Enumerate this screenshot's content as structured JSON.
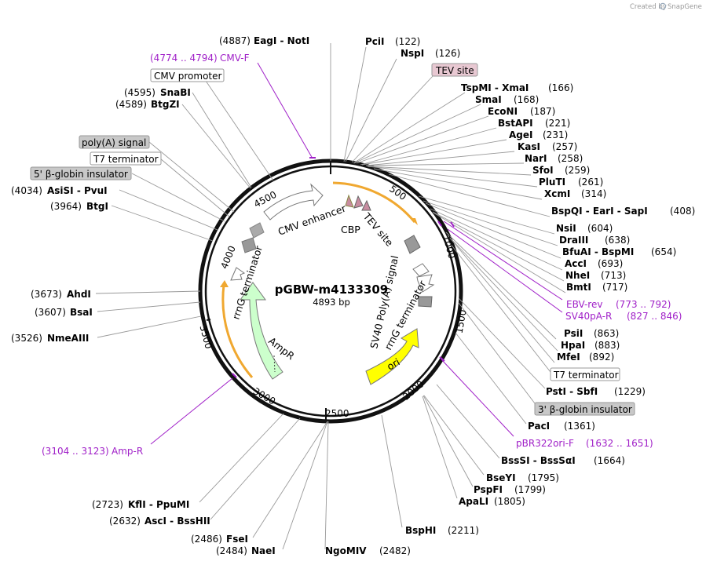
{
  "credit": {
    "prefix": "Created by",
    "brand": "SnapGene"
  },
  "plasmid": {
    "name": "pGBW-m4133309",
    "length_label": "4893 bp",
    "length": 4893
  },
  "ticks": [
    "500",
    "1000",
    "1500",
    "2000",
    "2500",
    "3000",
    "3500",
    "4000",
    "4500"
  ],
  "enzymes": [
    {
      "id": "eagi-noti",
      "name": "EagI  -  NotI",
      "pos": "(4887)"
    },
    {
      "id": "pcii",
      "name": "PciI",
      "pos": "(122)"
    },
    {
      "id": "nspi",
      "name": "NspI",
      "pos": "(126)"
    },
    {
      "id": "tspmi-xmai",
      "name": "TspMI  -  XmaI",
      "pos": "(166)"
    },
    {
      "id": "smai",
      "name": "SmaI",
      "pos": "(168)"
    },
    {
      "id": "econi",
      "name": "EcoNI",
      "pos": "(187)"
    },
    {
      "id": "bstapi",
      "name": "BstAPI",
      "pos": "(221)"
    },
    {
      "id": "agei",
      "name": "AgeI",
      "pos": "(231)"
    },
    {
      "id": "kasi",
      "name": "KasI",
      "pos": "(257)"
    },
    {
      "id": "nari",
      "name": "NarI",
      "pos": "(258)"
    },
    {
      "id": "sfoi",
      "name": "SfoI",
      "pos": "(259)"
    },
    {
      "id": "pluti",
      "name": "PluTI",
      "pos": "(261)"
    },
    {
      "id": "xcmi",
      "name": "XcmI",
      "pos": "(314)"
    },
    {
      "id": "bspqi",
      "name": "BspQI  -  EarI  -  SapI",
      "pos": "(408)"
    },
    {
      "id": "nsii",
      "name": "NsiI",
      "pos": "(604)"
    },
    {
      "id": "draiii",
      "name": "DraIII",
      "pos": "(638)"
    },
    {
      "id": "bfuai",
      "name": "BfuAI  -  BspMI",
      "pos": "(654)"
    },
    {
      "id": "acci",
      "name": "AccI",
      "pos": "(693)"
    },
    {
      "id": "nhei",
      "name": "NheI",
      "pos": "(713)"
    },
    {
      "id": "bmti",
      "name": "BmtI",
      "pos": "(717)"
    },
    {
      "id": "psii",
      "name": "PsiI",
      "pos": "(863)"
    },
    {
      "id": "hpai",
      "name": "HpaI",
      "pos": "(883)"
    },
    {
      "id": "mfei",
      "name": "MfeI",
      "pos": "(892)"
    },
    {
      "id": "psti-sbfi",
      "name": "PstI  -  SbfI",
      "pos": "(1229)"
    },
    {
      "id": "paci",
      "name": "PacI",
      "pos": "(1361)"
    },
    {
      "id": "bsssi",
      "name": "BssSI  -  BssSαI",
      "pos": "(1664)"
    },
    {
      "id": "bseyi",
      "name": "BseYI",
      "pos": "(1795)"
    },
    {
      "id": "pspfi",
      "name": "PspFI",
      "pos": "(1799)"
    },
    {
      "id": "apali",
      "name": "ApaLI",
      "pos": "(1805)"
    },
    {
      "id": "bsphi",
      "name": "BspHI",
      "pos": "(2211)"
    },
    {
      "id": "ngomiv",
      "name": "NgoMIV",
      "pos": "(2482)"
    },
    {
      "id": "naei",
      "name": "NaeI",
      "pos": "(2484)"
    },
    {
      "id": "fsei",
      "name": "FseI",
      "pos": "(2486)"
    },
    {
      "id": "asci",
      "name": "AscI  -  BssHII",
      "pos": "(2632)"
    },
    {
      "id": "kfli",
      "name": "KflI  -  PpuMI",
      "pos": "(2723)"
    },
    {
      "id": "nmeaiii",
      "name": "NmeAIII",
      "pos": "(3526)"
    },
    {
      "id": "bsai",
      "name": "BsaI",
      "pos": "(3607)"
    },
    {
      "id": "ahdi",
      "name": "AhdI",
      "pos": "(3673)"
    },
    {
      "id": "btgi",
      "name": "BtgI",
      "pos": "(3964)"
    },
    {
      "id": "asisi",
      "name": "AsiSI  -  PvuI",
      "pos": "(4034)"
    },
    {
      "id": "btgzi",
      "name": "BtgZI",
      "pos": "(4589)"
    },
    {
      "id": "snabi",
      "name": "SnaBI",
      "pos": "(4595)"
    }
  ],
  "primers": [
    {
      "id": "cmv-f",
      "name": "CMV-F",
      "range": "(4774 .. 4794)"
    },
    {
      "id": "ebv-rev",
      "name": "EBV-rev",
      "range": "(773 .. 792)"
    },
    {
      "id": "sv40pa-r",
      "name": "SV40pA-R",
      "range": "(827 .. 846)"
    },
    {
      "id": "pbr322ori-f",
      "name": "pBR322ori-F",
      "range": "(1632 .. 1651)"
    },
    {
      "id": "amp-r",
      "name": "Amp-R",
      "range": "(3104 .. 3123)"
    }
  ],
  "boxed_features": [
    {
      "id": "tev-site",
      "label": "TEV site",
      "color": "#e8c8d2"
    },
    {
      "id": "cmv-promoter",
      "label": "CMV promoter",
      "color": "#ffffff"
    },
    {
      "id": "polya-signal",
      "label": "poly(A) signal",
      "color": "#c8c8c8"
    },
    {
      "id": "t7-terminator-left",
      "label": "T7 terminator",
      "color": "#ffffff"
    },
    {
      "id": "beta-globin-5",
      "label": "5' β-globin insulator",
      "color": "#c8c8c8"
    },
    {
      "id": "t7-terminator-right",
      "label": "T7 terminator",
      "color": "#ffffff"
    },
    {
      "id": "beta-globin-3",
      "label": "3' β-globin insulator",
      "color": "#c8c8c8"
    }
  ],
  "inner_labels": [
    {
      "id": "cmv-enhancer",
      "label": "CMV enhancer"
    },
    {
      "id": "cbp",
      "label": "CBP"
    },
    {
      "id": "tev-site-inner",
      "label": "TEV site"
    },
    {
      "id": "sv40-polya",
      "label": "SV40 Poly(A) signal"
    },
    {
      "id": "rrng-term-right",
      "label": "rrnG terminator"
    },
    {
      "id": "ori",
      "label": "ori"
    },
    {
      "id": "ampr",
      "label": "AmpR"
    },
    {
      "id": "rrng-term-left",
      "label": "rrnG terminator"
    }
  ],
  "colors": {
    "ori": "#ffff00",
    "ampr": "#ccffcc",
    "orf_arc": "#f0a830",
    "primer": "#a020c8",
    "tev_box": "#e8c8d2",
    "grey_box": "#c8c8c8",
    "cbp": "#c88ca0"
  }
}
